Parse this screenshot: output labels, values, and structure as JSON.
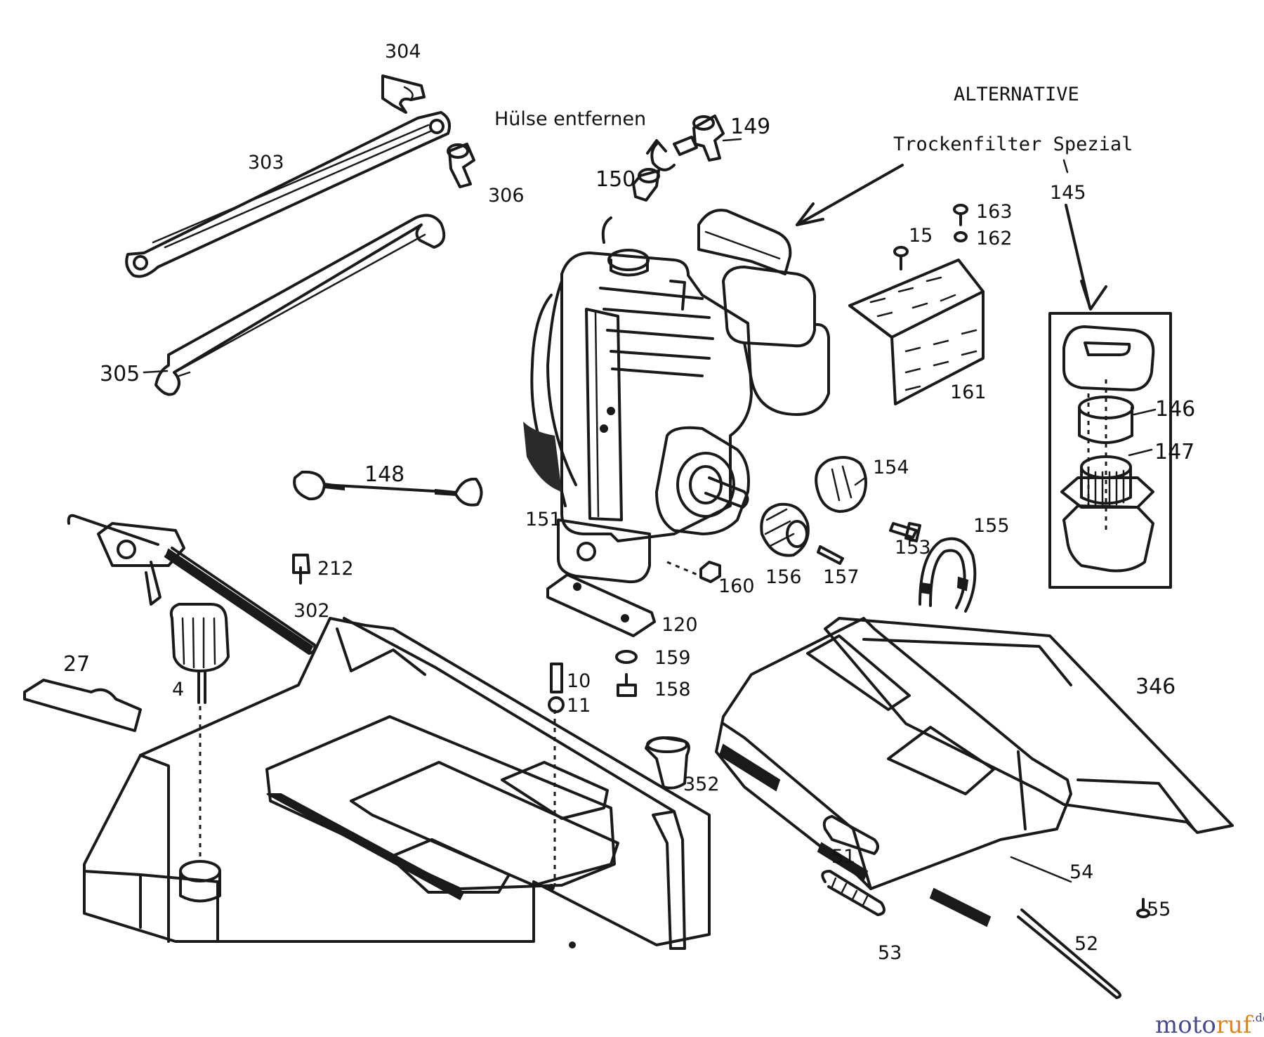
{
  "annotations": {
    "alternative": "ALTERNATIVE",
    "dry_filter_special": "Trockenfilter Spezial",
    "remove_sleeve": "Hülse entfernen"
  },
  "part_numbers": [
    "304",
    "303",
    "306",
    "305",
    "149",
    "150",
    "145",
    "163",
    "162",
    "15",
    "161",
    "146",
    "147",
    "148",
    "154",
    "151",
    "153",
    "155",
    "212",
    "156",
    "157",
    "160",
    "302",
    "120",
    "159",
    "27",
    "10",
    "158",
    "4",
    "11",
    "346",
    "352",
    "51",
    "54",
    "55",
    "53",
    "52"
  ],
  "watermark": {
    "brand_part1": "moto",
    "brand_part2": "ruf",
    "tld": ".de"
  },
  "colors": {
    "ink": "#1a1a1a",
    "watermark_blue": "#4a4a8a",
    "watermark_orange": "#d8862a"
  }
}
